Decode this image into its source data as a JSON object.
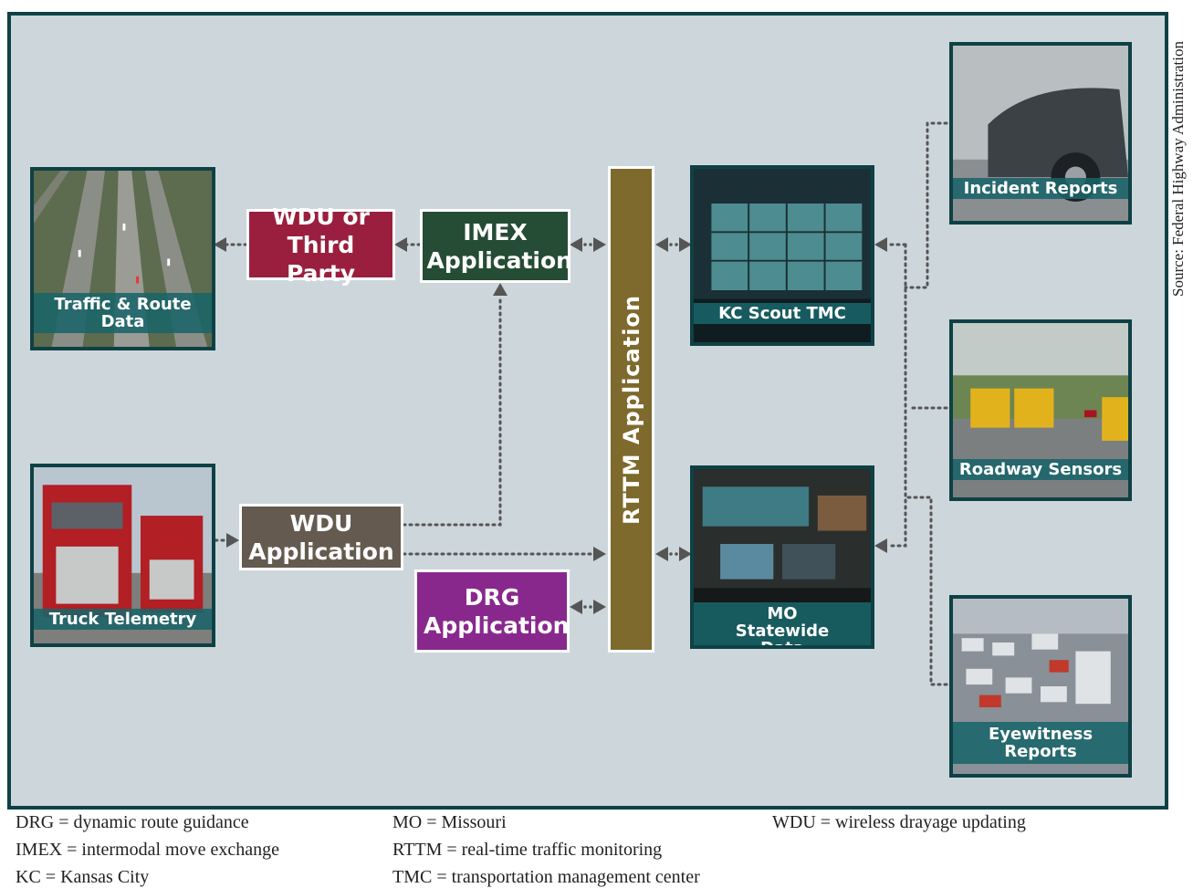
{
  "source_text": "Source: Federal Highway Administration",
  "inputs": {
    "traffic_route": "Traffic & Route Data",
    "truck_telemetry": "Truck Telemetry"
  },
  "apps": {
    "wdu_third_party": "WDU or Third Party",
    "imex": "IMEX Application",
    "wdu": "WDU Application",
    "drg": "DRG Application",
    "rttm": "RTTM Application"
  },
  "centers": {
    "kc_scout": "KC Scout TMC",
    "mo_statewide": "MO Statewide Data"
  },
  "sources": {
    "incident": "Incident Reports",
    "sensors": "Roadway Sensors",
    "eyewitness": "Eyewitness Reports"
  },
  "abbreviations": [
    "DRG = dynamic route guidance",
    "IMEX =  intermodal move exchange",
    "KC = Kansas City",
    "MO = Missouri",
    "RTTM = real-time traffic monitoring",
    "TMC = transportation management center",
    "WDU = wireless drayage updating"
  ],
  "colors": {
    "frame_border": "#0e4146",
    "frame_fill": "#cdd7db",
    "wdu_third_party": "#9a1f3e",
    "imex": "#254c34",
    "wdu": "#645a50",
    "drg": "#88288d",
    "rttm": "#7d6a2c",
    "caption": "#196469"
  }
}
